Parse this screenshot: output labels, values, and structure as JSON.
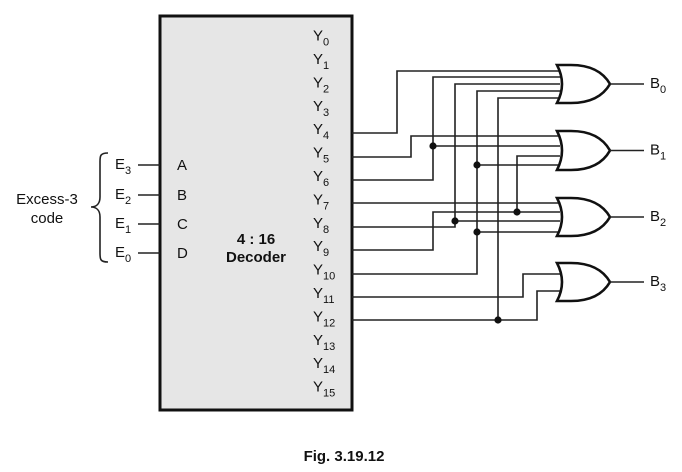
{
  "figure": {
    "caption": "Fig. 3.19.12",
    "box_fill": "#e6e6e6",
    "decoder": {
      "title_line1": "4 : 16",
      "title_line2": "Decoder",
      "inputs": [
        {
          "pin": "A",
          "signal": "E",
          "sub": "3"
        },
        {
          "pin": "B",
          "signal": "E",
          "sub": "2"
        },
        {
          "pin": "C",
          "signal": "E",
          "sub": "1"
        },
        {
          "pin": "D",
          "signal": "E",
          "sub": "0"
        }
      ],
      "outputs": [
        {
          "name": "Y",
          "sub": "0"
        },
        {
          "name": "Y",
          "sub": "1"
        },
        {
          "name": "Y",
          "sub": "2"
        },
        {
          "name": "Y",
          "sub": "3"
        },
        {
          "name": "Y",
          "sub": "4"
        },
        {
          "name": "Y",
          "sub": "5"
        },
        {
          "name": "Y",
          "sub": "6"
        },
        {
          "name": "Y",
          "sub": "7"
        },
        {
          "name": "Y",
          "sub": "8"
        },
        {
          "name": "Y",
          "sub": "9"
        },
        {
          "name": "Y",
          "sub": "10"
        },
        {
          "name": "Y",
          "sub": "11"
        },
        {
          "name": "Y",
          "sub": "12"
        },
        {
          "name": "Y",
          "sub": "13"
        },
        {
          "name": "Y",
          "sub": "14"
        },
        {
          "name": "Y",
          "sub": "15"
        }
      ]
    },
    "input_group_label_line1": "Excess-3",
    "input_group_label_line2": "code",
    "gates": [
      {
        "type": "OR",
        "output": "B",
        "sub": "0",
        "inputs": [
          4,
          6,
          8,
          10,
          12
        ]
      },
      {
        "type": "OR",
        "output": "B",
        "sub": "1",
        "inputs": [
          5,
          6,
          9,
          10
        ]
      },
      {
        "type": "OR",
        "output": "B",
        "sub": "2",
        "inputs": [
          7,
          9,
          8,
          10
        ]
      },
      {
        "type": "OR",
        "output": "B",
        "sub": "3",
        "inputs": [
          11,
          12
        ]
      }
    ]
  }
}
